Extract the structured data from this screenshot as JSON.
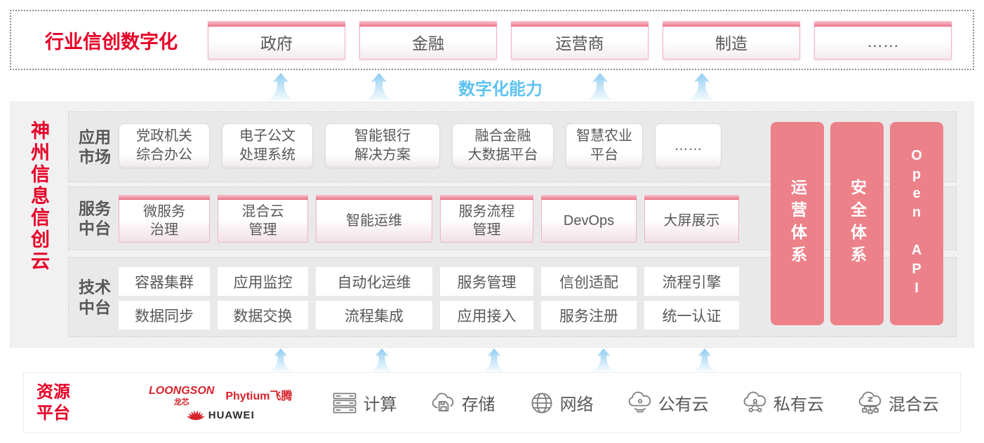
{
  "top_band": {
    "title": "行业信创数字化",
    "industries": [
      "政府",
      "金融",
      "运营商",
      "制造",
      "……"
    ]
  },
  "capability_label": "数字化能力",
  "platform": {
    "vertical_title": "神州信息信创云",
    "rows": [
      {
        "label": "应用\n市场",
        "items": [
          "党政机关\n综合办公",
          "电子公文\n处理系统",
          "智能银行\n解决方案",
          "融合金融\n大数据平台",
          "智慧农业\n平台",
          "……"
        ]
      },
      {
        "label": "服务\n中台",
        "items": [
          "微服务\n治理",
          "混合云\n管理",
          "智能运维",
          "服务流程\n管理",
          "DevOps",
          "大屏展示"
        ]
      },
      {
        "label": "技术\n中台",
        "items_row1": [
          "容器集群",
          "应用监控",
          "自动化运维",
          "服务管理",
          "信创适配",
          "流程引擎"
        ],
        "items_row2": [
          "数据同步",
          "数据交换",
          "流程集成",
          "应用接入",
          "服务注册",
          "统一认证"
        ]
      }
    ],
    "pillars": [
      "运营体系",
      "安全体系",
      "Open API"
    ]
  },
  "resources": {
    "title": "资源\n平台",
    "vendors": {
      "loongson": "LOONGSON",
      "loongson_cn": "龙芯",
      "phytium": "Phytium飞腾",
      "huawei": "HUAWEI"
    },
    "items": [
      {
        "icon": "compute-icon",
        "label": "计算"
      },
      {
        "icon": "storage-icon",
        "label": "存储"
      },
      {
        "icon": "network-icon",
        "label": "网络"
      },
      {
        "icon": "public-cloud-icon",
        "label": "公有云"
      },
      {
        "icon": "private-cloud-icon",
        "label": "私有云"
      },
      {
        "icon": "hybrid-cloud-icon",
        "label": "混合云"
      }
    ]
  },
  "colors": {
    "accent_red": "#e60027",
    "pillar_pink": "#ec8189",
    "capability_blue": "#5fc2f1",
    "box_border_pink": "#eeb5c2",
    "text_dark": "#595757"
  }
}
